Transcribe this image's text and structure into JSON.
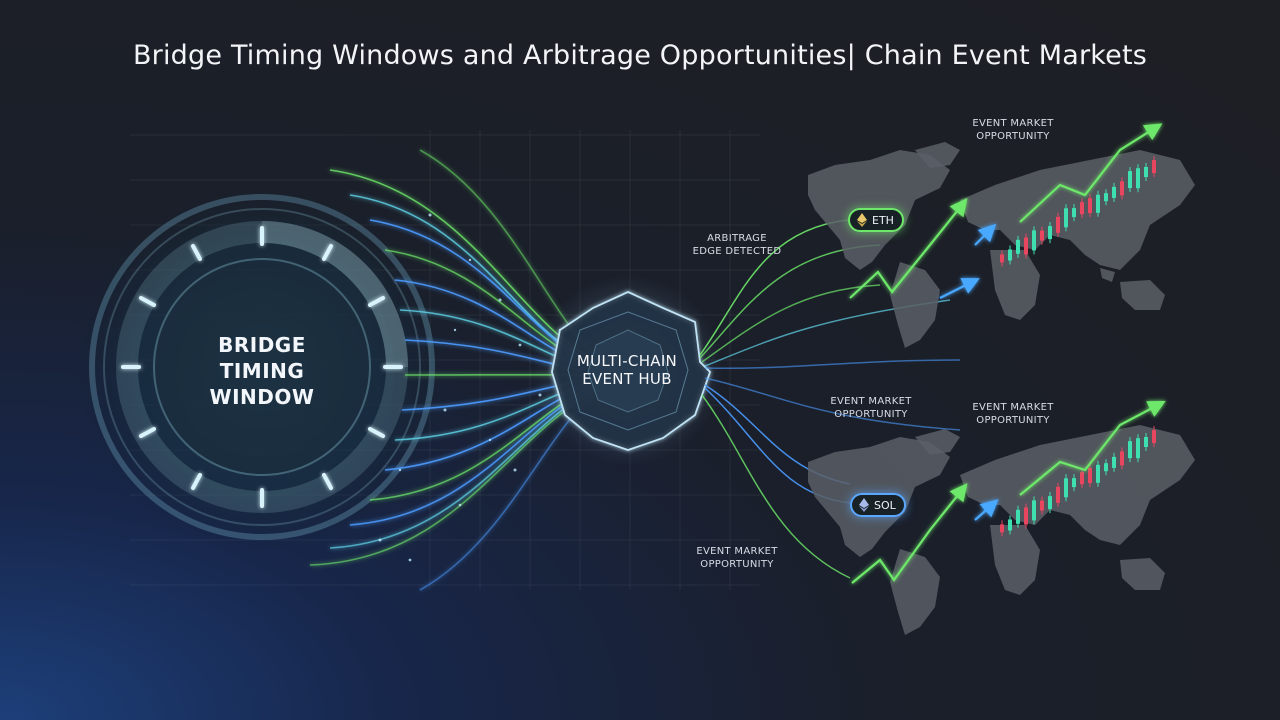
{
  "title": "Bridge Timing Windows and Arbitrage Opportunities| Chain Event Markets",
  "bridge": {
    "line1": "BRIDGE",
    "line2": "TIMING",
    "line3": "WINDOW"
  },
  "hub": {
    "line1": "MULTI-CHAIN",
    "line2": "EVENT HUB"
  },
  "chains": {
    "eth": {
      "label": "ETH",
      "icon": "ethereum-icon",
      "color": "#6ee86a"
    },
    "sol": {
      "label": "SOL",
      "icon": "ethereum-icon",
      "color": "#5aa7ff"
    }
  },
  "labels": {
    "arbitrage": {
      "line1": "ARBITRAGE",
      "line2": "EDGE DETECTED"
    },
    "top_right": {
      "line1": "EVENT MARKET",
      "line2": "OPPORTUNITY"
    },
    "mid_left": {
      "line1": "EVENT MARKET",
      "line2": "OPPORTUNITY"
    },
    "mid_right": {
      "line1": "EVENT MARKET",
      "line2": "OPPORTUNITY"
    },
    "bottom_left": {
      "line1": "EVENT MARKET",
      "line2": "OPPORTUNITY"
    }
  },
  "colors": {
    "green": "#6ee86a",
    "blue": "#4b9bff",
    "cyan": "#5fd3e8",
    "candle_up": "#3fe0b0",
    "candle_down": "#e8455f",
    "map_land": "#5b5f66"
  }
}
